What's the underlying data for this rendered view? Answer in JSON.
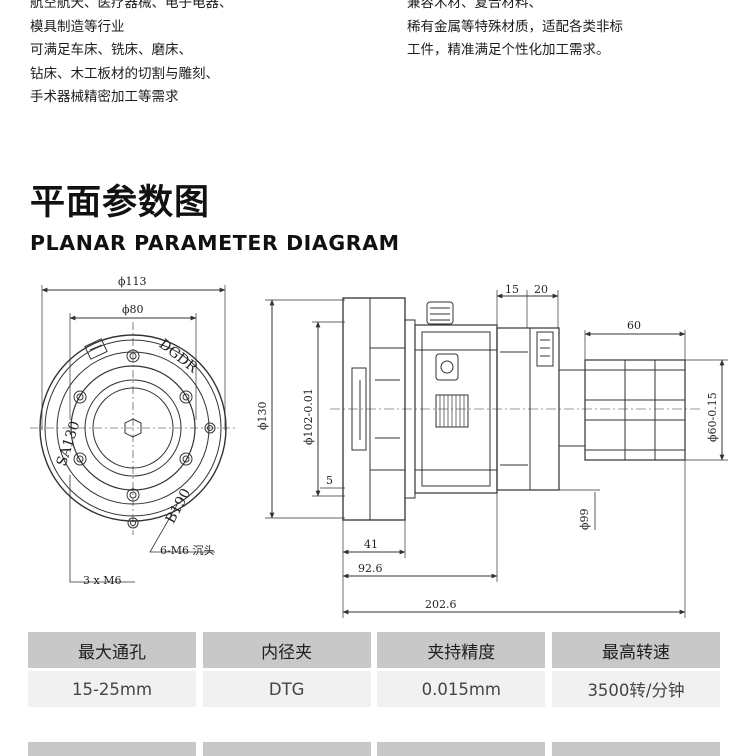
{
  "intro": {
    "left_lines": [
      "航空航天、医疗器械、电子电器、",
      "模具制造等行业",
      "可满足车床、铣床、磨床、",
      "钻床、木工板材的切割与雕刻、",
      "手术器械精密加工等需求"
    ],
    "right_lines": [
      "兼容木材、复合材料、",
      "稀有金属等特殊材质，适配各类非标",
      "工件，精准满足个性化加工需求。"
    ]
  },
  "section": {
    "title_zh": "平面参数图",
    "title_en": "PLANAR PARAMETER DIAGRAM"
  },
  "front_view": {
    "dim_outer": "ϕ113",
    "dim_inner": "ϕ80",
    "brand_top": "DGDR",
    "label_left": "SA130",
    "label_bottom": "B190",
    "note_holes": "6-M6 沉头",
    "note_screws": "3 x  M6"
  },
  "side_view": {
    "dim_height": "ϕ130",
    "dim_bore": "ϕ102-0.01",
    "dim_small": "5",
    "dim_15": "15",
    "dim_20": "20",
    "dim_60": "60",
    "dim_tail": "ϕ60-0.15",
    "dim_mid": "ϕ99",
    "dim_41": "41",
    "dim_92": "92.6",
    "dim_202": "202.6"
  },
  "specs": {
    "headers": [
      "最大通孔",
      "内径夹",
      "夹持精度",
      "最高转速"
    ],
    "values": [
      "15-25mm",
      "DTG",
      "0.015mm",
      "3500转/分钟"
    ]
  }
}
